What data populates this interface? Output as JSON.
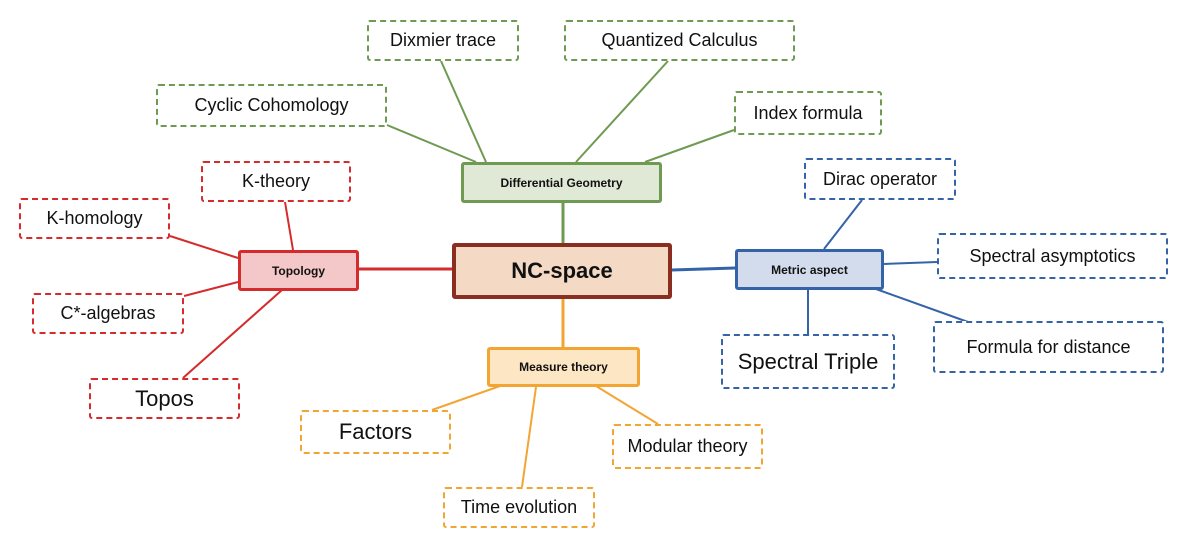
{
  "center": {
    "label": "NC-space"
  },
  "branches": {
    "differential_geometry": {
      "label": "Differential Geometry",
      "color": "#6f9a52",
      "items": [
        "Dixmier trace",
        "Quantized Calculus",
        "Cyclic Cohomology",
        "Index formula"
      ]
    },
    "topology": {
      "label": "Topology",
      "color": "#d42c2c",
      "items": [
        "K-theory",
        "K-homology",
        "C*-algebras",
        "Topos"
      ]
    },
    "metric_aspect": {
      "label": "Metric aspect",
      "color": "#3563a8",
      "items": [
        "Dirac operator",
        "Spectral asymptotics",
        "Spectral Triple",
        "Formula for distance"
      ]
    },
    "measure_theory": {
      "label": "Measure theory",
      "color": "#f2a532",
      "items": [
        "Factors",
        "Time evolution",
        "Modular theory"
      ]
    }
  }
}
